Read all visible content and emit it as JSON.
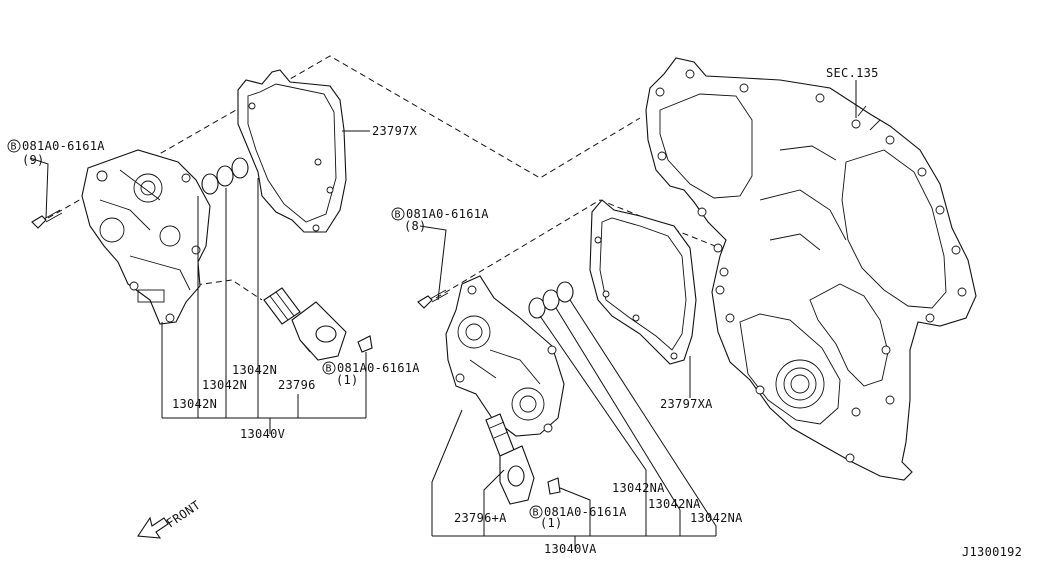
{
  "diagram_id": "J1300192",
  "section_ref": "SEC.135",
  "front_label": "FRONT",
  "callouts": {
    "bolt_left": {
      "badge": "B",
      "code": "081A0-6161A",
      "qty": "(9)"
    },
    "bolt_center": {
      "badge": "B",
      "code": "081A0-6161A",
      "qty": "(8)"
    },
    "bolt_sol_left": {
      "badge": "B",
      "code": "081A0-6161A",
      "qty": "(1)"
    },
    "bolt_sol_right": {
      "badge": "B",
      "code": "081A0-6161A",
      "qty": "(1)"
    }
  },
  "parts": {
    "gasket_left": "23797X",
    "gasket_right": "23797XA",
    "oring_left_a": "13042N",
    "oring_left_b": "13042N",
    "oring_left_c": "13042N",
    "solenoid_left": "23796",
    "assy_left": "13040V",
    "oring_right_a": "13042NA",
    "oring_right_b": "13042NA",
    "oring_right_c": "13042NA",
    "solenoid_right": "23796+A",
    "assy_right": "13040VA"
  }
}
